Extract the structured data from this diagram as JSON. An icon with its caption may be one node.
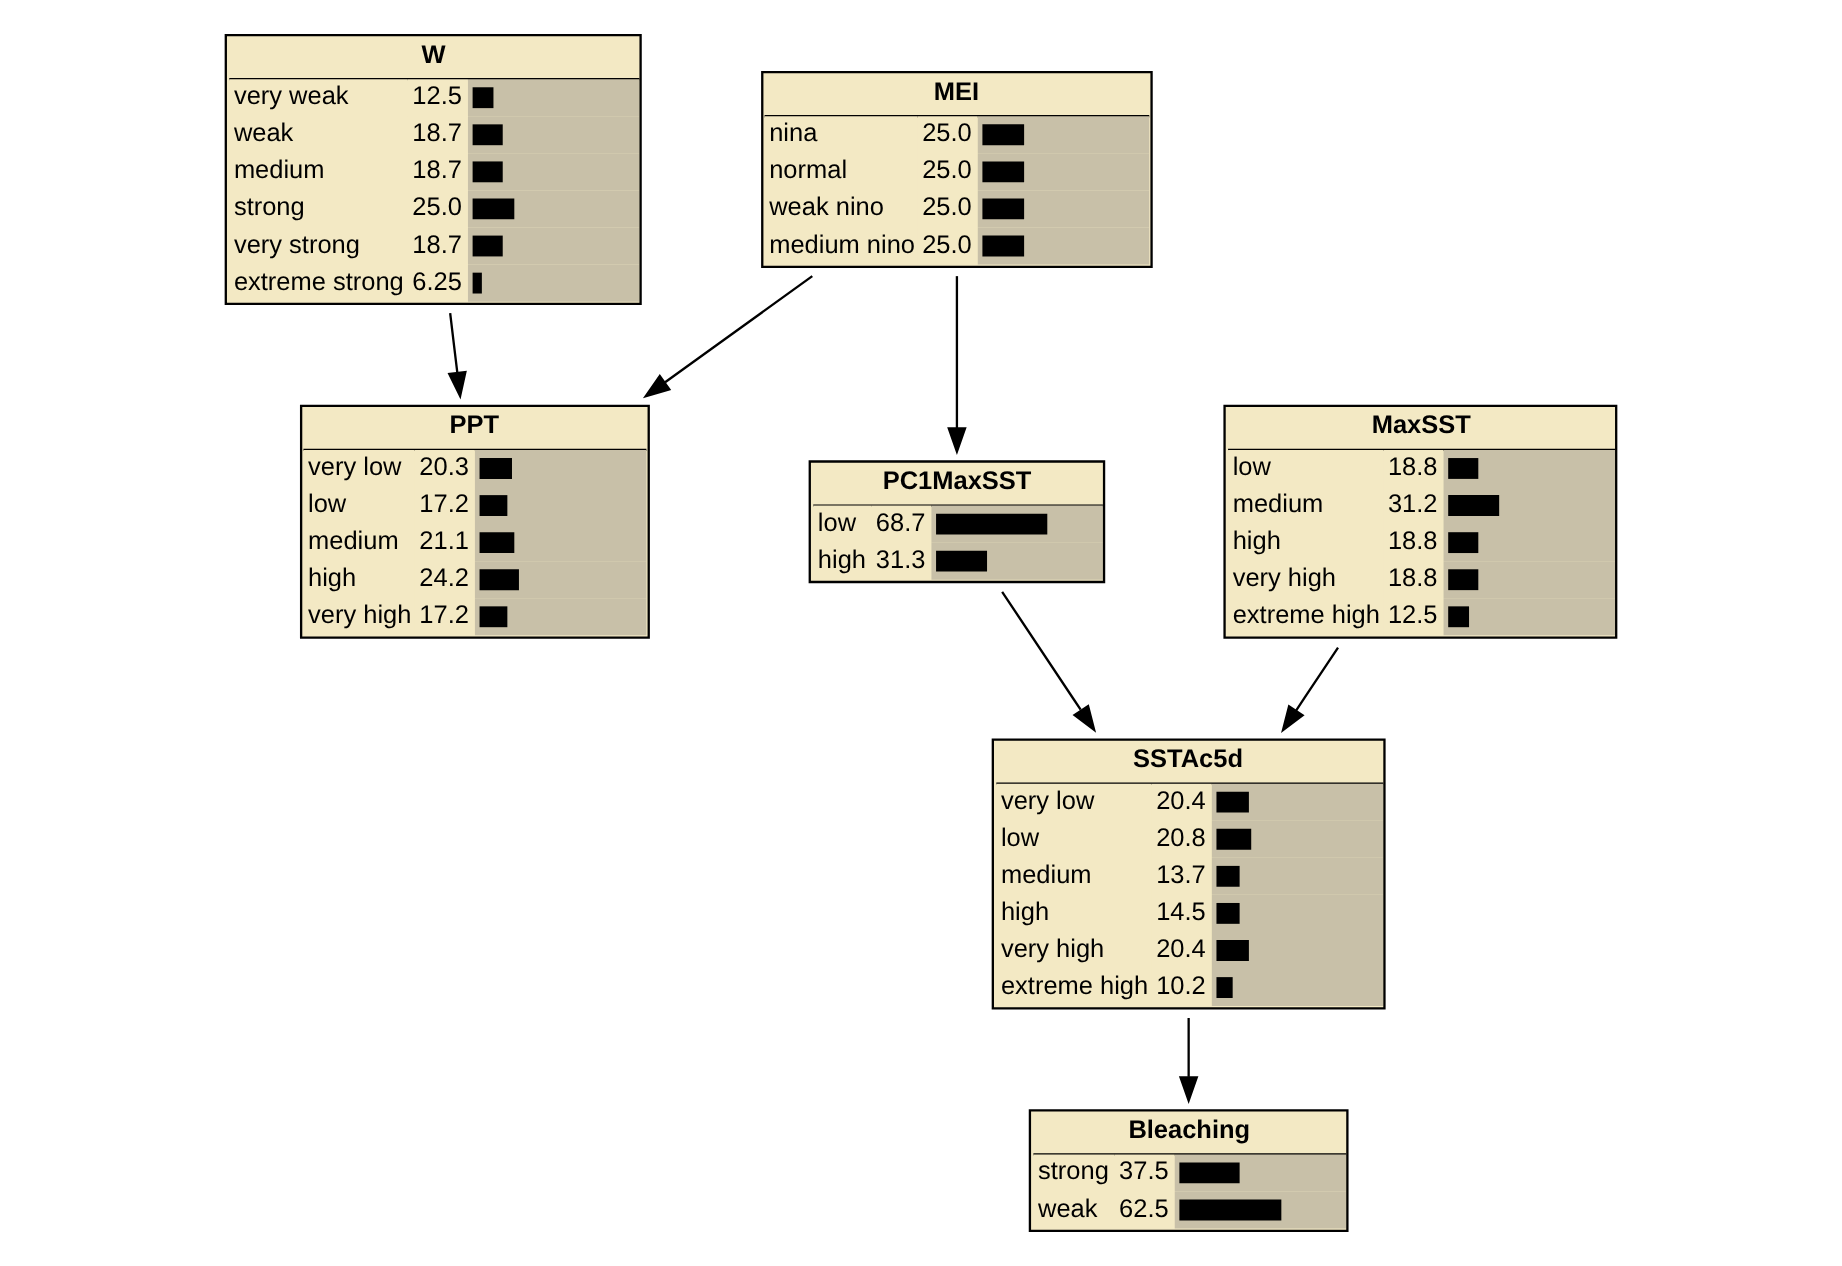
{
  "diagram": {
    "nodes": [
      {
        "text": [
          "W",
          "very weak",
          "12.5",
          "weak",
          "18.7",
          "medium",
          "18.7",
          "strong",
          "25.0",
          "very strong",
          "18.7",
          "extreme strong",
          "6.25"
        ]
      },
      {
        "text": [
          "MEI",
          "nina",
          "25.0",
          "normal",
          "25.0",
          "weak nino",
          "25.0",
          "medium nino",
          "25.0"
        ]
      },
      {
        "text": [
          "PPT",
          "very low",
          "20.3",
          "low",
          "17.2",
          "medium",
          "21.1",
          "high",
          "24.2",
          "very high",
          "17.2"
        ]
      },
      {
        "text": [
          "PC1MaxSST",
          "low",
          "68.7",
          "high",
          "31.3"
        ]
      },
      {
        "text": [
          "MaxSST",
          "low",
          "18.8",
          "medium",
          "31.2",
          "high",
          "18.8",
          "very high",
          "18.8",
          "extreme high",
          "12.5"
        ]
      },
      {
        "text": [
          "SSTAc5d",
          "very low",
          "20.4",
          "low",
          "20.8",
          "medium",
          "13.7",
          "high",
          "14.5",
          "very high",
          "20.4",
          "extreme high",
          "10.2"
        ]
      },
      {
        "text": [
          "Bleaching",
          "strong",
          "37.5",
          "weak",
          "62.5"
        ]
      }
    ],
    "edges": [
      {
        "from": 0,
        "to": 2,
        "arrow": "to"
      },
      {
        "from": 1,
        "to": 2,
        "arrow": "to"
      },
      {
        "from": 1,
        "to": 3,
        "arrow": "to"
      },
      {
        "from": 3,
        "to": 5,
        "arrow": "to"
      },
      {
        "from": 4,
        "to": 5,
        "arrow": "to"
      },
      {
        "from": 5,
        "to": 6,
        "arrow": "to"
      }
    ]
  }
}
